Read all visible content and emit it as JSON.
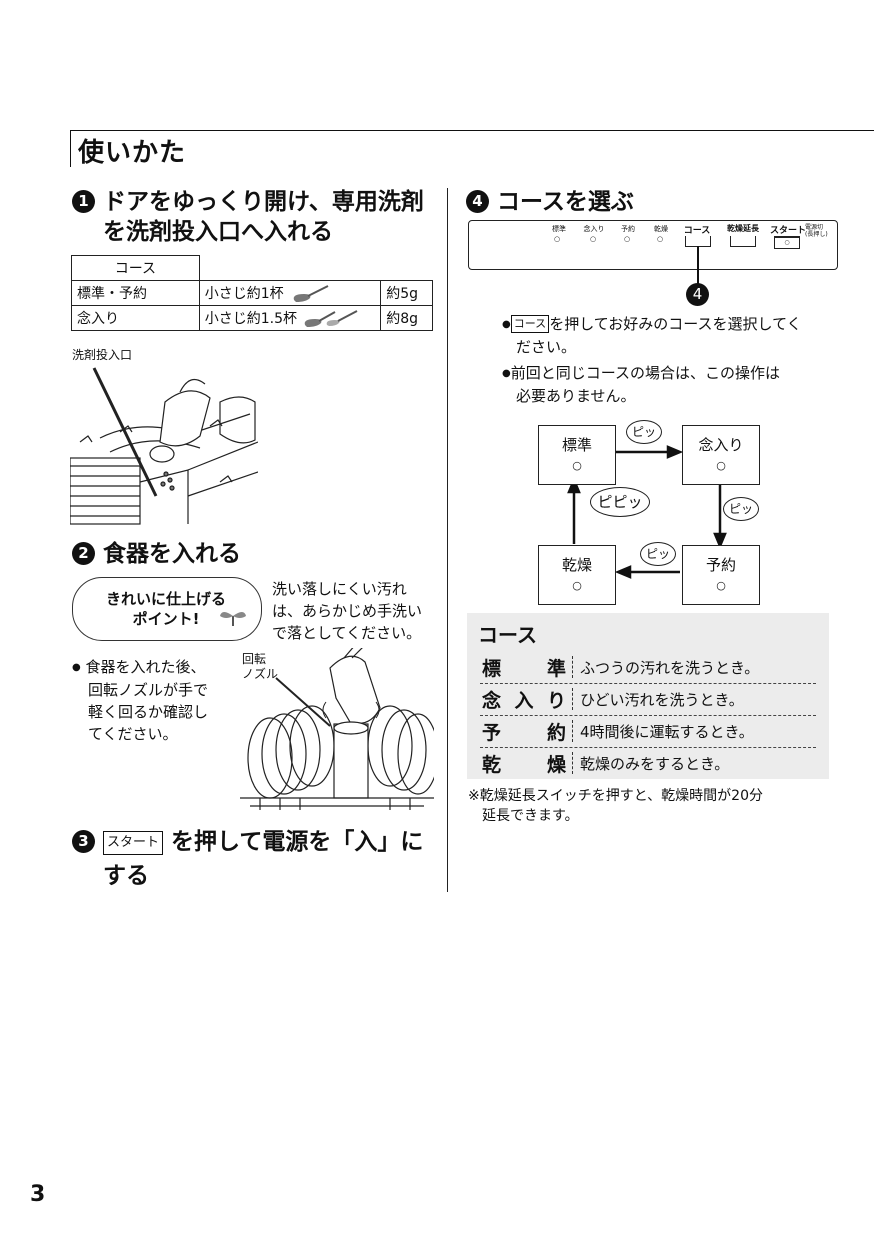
{
  "page": {
    "title": "使いかた",
    "page_number": "3"
  },
  "step1": {
    "num": "1",
    "heading_l1": "ドアをゆっくり開け、専用洗剤",
    "heading_l2": "を洗剤投入口へ入れる",
    "table_header": "コース",
    "rows": [
      {
        "course": "標準・予約",
        "amount": "小さじ約1杯",
        "grams": "約5g"
      },
      {
        "course": "念入り",
        "amount": "小さじ約1.5杯",
        "grams": "約8g"
      }
    ],
    "inlet_label": "洗剤投入口"
  },
  "step2": {
    "num": "2",
    "heading": "食器を入れる",
    "point_l1": "きれいに仕上げる",
    "point_l2": "ポイント!",
    "tip_l1": "洗い落しにくい汚れ",
    "tip_l2": "は、あらかじめ手洗い",
    "tip_l3": "で落としてください。",
    "bullet_l1": "食器を入れた後、",
    "bullet_l2": "回転ノズルが手で",
    "bullet_l3": "軽く回るか確認し",
    "bullet_l4": "てください。",
    "nozzle_l1": "回転",
    "nozzle_l2": "ノズル"
  },
  "step3": {
    "num": "3",
    "key": "スタート",
    "heading_l1": "を押して電源を「入」に",
    "heading_l2": "する"
  },
  "step4": {
    "num": "4",
    "heading": "コースを選ぶ",
    "panel": {
      "labels": [
        "標準",
        "念入り",
        "予約",
        "乾燥",
        "コース",
        "乾燥延長",
        "スタート"
      ],
      "power_l1": "電源切",
      "power_l2": "(長押し)"
    },
    "callout": "4",
    "bullet1_key": "コース",
    "bullet1_l1": "を押してお好みのコースを選択してく",
    "bullet1_l2": "ださい。",
    "bullet2_l1": "前回と同じコースの場合は、この操作は",
    "bullet2_l2": "必要ありません。",
    "flow": {
      "nodes": [
        "標準",
        "念入り",
        "予約",
        "乾燥"
      ],
      "dot": "○",
      "beep": "ピッ",
      "double_beep": "ピピッ"
    }
  },
  "course_table": {
    "title": "コース",
    "rows": [
      {
        "name": "標準",
        "desc": "ふつうの汚れを洗うとき。"
      },
      {
        "name": "念入り",
        "desc": "ひどい汚れを洗うとき。"
      },
      {
        "name": "予約",
        "desc": "4時間後に運転するとき。"
      },
      {
        "name": "乾燥",
        "desc": "乾燥のみをするとき。"
      }
    ],
    "note_l1": "※乾燥延長スイッチを押すと、乾燥時間が20分",
    "note_l2": "延長できます。"
  }
}
